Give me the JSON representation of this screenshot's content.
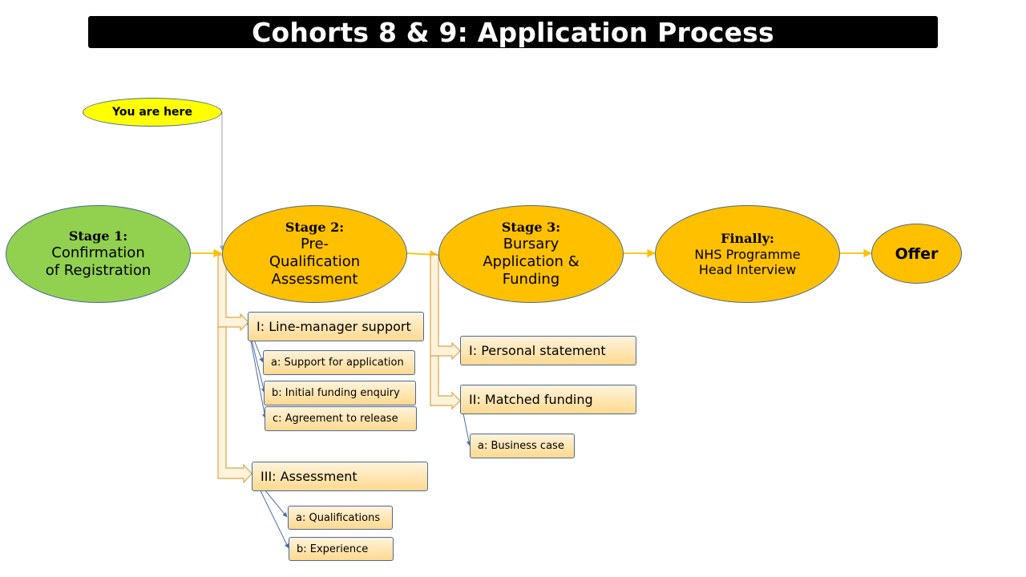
{
  "title": "Cohorts 8 & 9: Application Process",
  "marker": "You are here",
  "stages": {
    "stage1": {
      "head": "Stage 1:",
      "line1": "Confirmation",
      "line2": "of Registration",
      "color": "#92d050"
    },
    "stage2": {
      "head": "Stage 2:",
      "line1": "Pre-",
      "line2": "Qualification",
      "line3": "Assessment",
      "color": "#ffc000"
    },
    "stage3": {
      "head": "Stage 3:",
      "line1": "Bursary",
      "line2": "Application &",
      "line3": "Funding",
      "color": "#ffc000"
    },
    "finally": {
      "head": "Finally:",
      "line1": "NHS  Programme",
      "line2": "Head Interview",
      "color": "#ffc000"
    },
    "offer": {
      "label": "Offer",
      "color": "#ffc000"
    }
  },
  "stage2_steps": {
    "line_manager": "I:  Line-manager support",
    "support_application": "a: Support  for application",
    "initial_funding": "b: Initial funding enquiry",
    "agreement_release": "c: Agreement to release",
    "assessment": "III: Assessment",
    "qualifications": "a: Qualifications",
    "experience": "b: Experience"
  },
  "stage3_steps": {
    "personal_statement": "I:  Personal statement",
    "matched_funding": "II: Matched funding",
    "business_case": "a: Business case"
  },
  "colors": {
    "title_bar": "#000000",
    "marker": "#ffff00",
    "flow_arrow": "#ffc000",
    "branch_arrow": "#4a6fa5"
  }
}
